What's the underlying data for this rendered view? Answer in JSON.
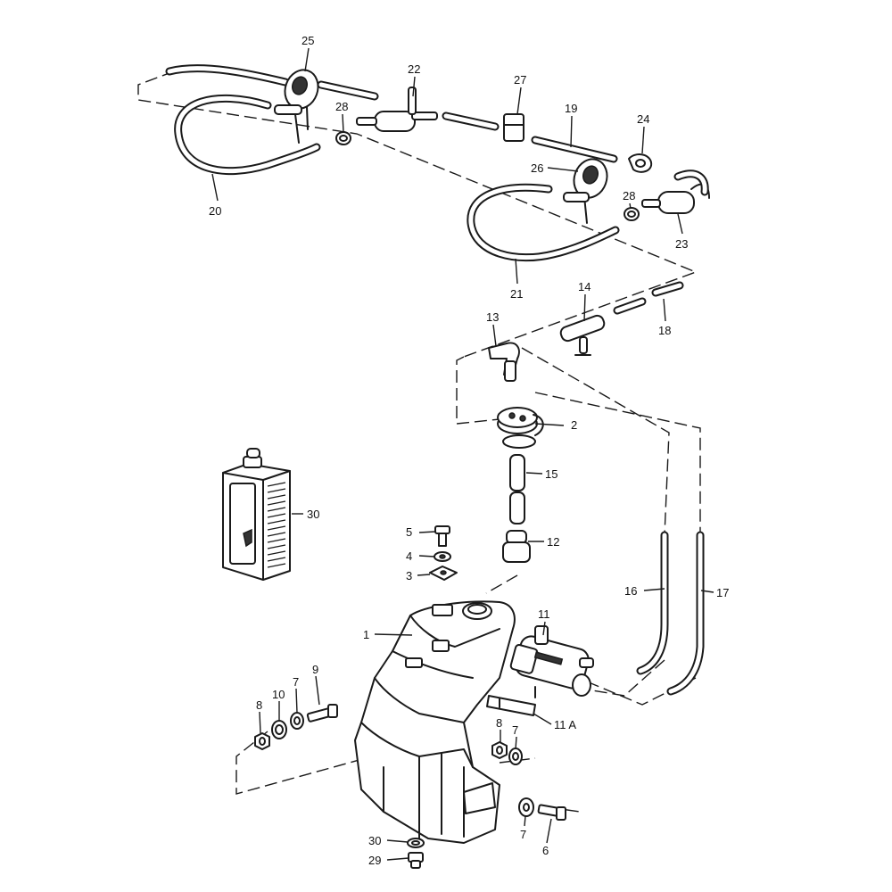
{
  "diagram": {
    "callouts": [
      {
        "id": "c25",
        "label": "25"
      },
      {
        "id": "c22",
        "label": "22"
      },
      {
        "id": "c27",
        "label": "27"
      },
      {
        "id": "c28a",
        "label": "28"
      },
      {
        "id": "c19",
        "label": "19"
      },
      {
        "id": "c24",
        "label": "24"
      },
      {
        "id": "c26",
        "label": "26"
      },
      {
        "id": "c28b",
        "label": "28"
      },
      {
        "id": "c20",
        "label": "20"
      },
      {
        "id": "c23",
        "label": "23"
      },
      {
        "id": "c21",
        "label": "21"
      },
      {
        "id": "c14",
        "label": "14"
      },
      {
        "id": "c13",
        "label": "13"
      },
      {
        "id": "c18",
        "label": "18"
      },
      {
        "id": "c2",
        "label": "2"
      },
      {
        "id": "c15",
        "label": "15"
      },
      {
        "id": "c30a",
        "label": "30"
      },
      {
        "id": "c5",
        "label": "5"
      },
      {
        "id": "c4",
        "label": "4"
      },
      {
        "id": "c12",
        "label": "12"
      },
      {
        "id": "c3",
        "label": "3"
      },
      {
        "id": "c16",
        "label": "16"
      },
      {
        "id": "c17",
        "label": "17"
      },
      {
        "id": "c11",
        "label": "11"
      },
      {
        "id": "c1",
        "label": "1"
      },
      {
        "id": "c9",
        "label": "9"
      },
      {
        "id": "c8a",
        "label": "8"
      },
      {
        "id": "c10",
        "label": "10"
      },
      {
        "id": "c7a",
        "label": "7"
      },
      {
        "id": "c11a",
        "label": "11 A"
      },
      {
        "id": "c8b",
        "label": "8"
      },
      {
        "id": "c7b",
        "label": "7"
      },
      {
        "id": "c7c",
        "label": "7"
      },
      {
        "id": "c6",
        "label": "6"
      },
      {
        "id": "c30b",
        "label": "30"
      },
      {
        "id": "c29",
        "label": "29"
      }
    ]
  }
}
